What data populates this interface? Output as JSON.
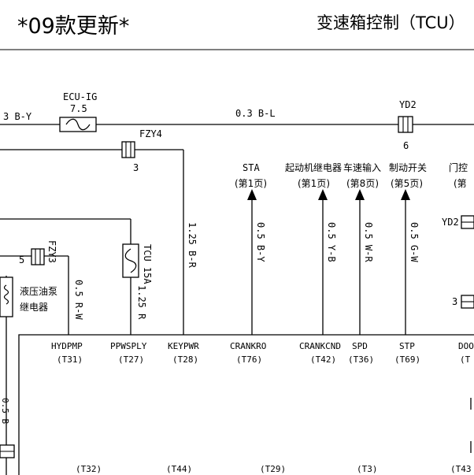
{
  "header": {
    "left_title": "*09款更新*",
    "right_title": "变速箱控制（TCU）"
  },
  "top_wire": {
    "left_label": "3 B-Y",
    "fuse_ecu_name": "ECU-IG",
    "fuse_ecu_rating": "7.5",
    "mid_label": "0.3 B-L",
    "connector_yd2_name": "YD2",
    "connector_yd2_pin": "6"
  },
  "fzy4": {
    "name": "FZY4",
    "pin": "3"
  },
  "fzy3": {
    "name": "FZY3",
    "pin": "5"
  },
  "fuse_tcu": {
    "name": "TCU 15A"
  },
  "wires": {
    "w_keypwr": "1.25 B-R",
    "w_sta": "0.5 B-Y",
    "w_crankcnd": "0.5 Y-B",
    "w_spd": "0.5 W-R",
    "w_stp": "0.5 G-W",
    "w_tcu_out": "1.25 R",
    "w_hyd": "0.5 R-W"
  },
  "relay": {
    "line1": "液压油泵",
    "line2": "继电器"
  },
  "refs": {
    "sta_name": "STA",
    "sta_page": "(第1页)",
    "crank_name": "起动机继电器",
    "crank_page": "(第1页)",
    "spd_name": "车速输入",
    "spd_page": "(第8页)",
    "stp_name": "制动开关",
    "stp_page": "(第5页)",
    "door_name": "门控",
    "door_page": "(第"
  },
  "right_side": {
    "yd2_label": "YD2",
    "pin3_label": "3"
  },
  "pins": [
    {
      "name": "HYDPMP",
      "code": "(T31)"
    },
    {
      "name": "PPWSPLY",
      "code": "(T27)"
    },
    {
      "name": "KEYPWR",
      "code": "(T28)"
    },
    {
      "name": "CRANKRO",
      "code": "(T76)"
    },
    {
      "name": "CRANKCND",
      "code": "(T42)"
    },
    {
      "name": "SPD",
      "code": "(T36)"
    },
    {
      "name": "STP",
      "code": "(T69)"
    },
    {
      "name": "DOO",
      "code": "(T"
    }
  ],
  "bottom_codes": [
    "(T32)",
    "(T44)",
    "(T29)",
    "(T3)",
    "(T43"
  ],
  "left_edge_label": "0.5 B"
}
